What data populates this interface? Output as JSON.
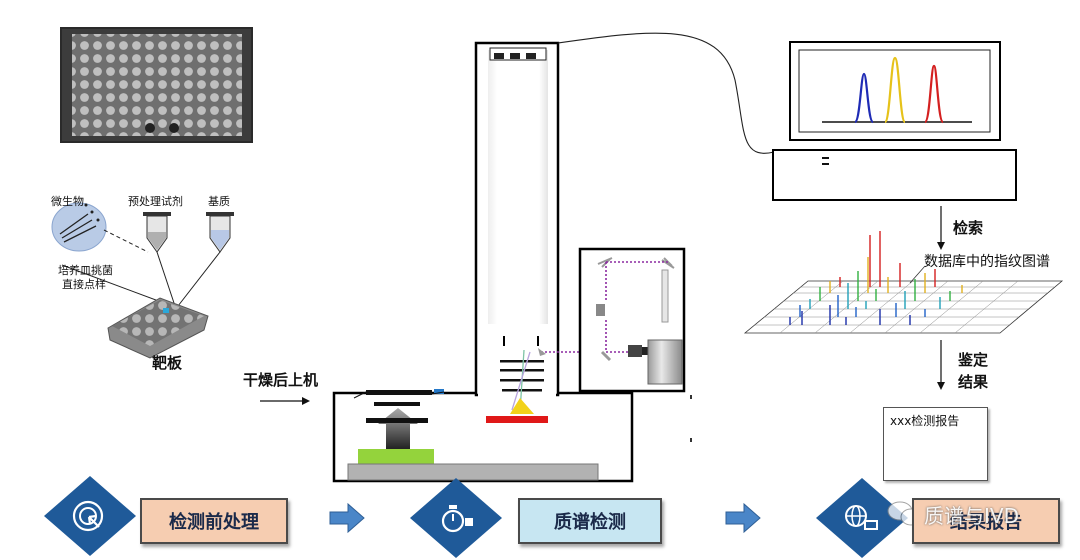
{
  "labels": {
    "microbe": "微生物",
    "pretreat_reagent": "预处理试剂",
    "matrix": "基质",
    "culture_pick_1": "培养皿挑菌",
    "culture_pick_2": "直接点样",
    "target_plate": "靶板",
    "dry_load": "干燥后上机",
    "search": "检索",
    "fingerprint_db": "数据库中的指纹图谱",
    "identify_1": "鉴定",
    "identify_2": "结果",
    "report_title": "xxx检测报告"
  },
  "steps": [
    {
      "label": "检测前处理",
      "icon": "target-click-icon"
    },
    {
      "label": "质谱检测",
      "icon": "stopwatch-icon"
    },
    {
      "label": "结果报告",
      "icon": "globe-computer-icon"
    }
  ],
  "watermark": "质谱与IVD",
  "colors": {
    "step_fill_1": "#f6cdb1",
    "step_fill_2": "#c7e6f2",
    "step_fill_3": "#f6cdb1",
    "diamond": "#1f5a99",
    "arrow": "#4a86c8",
    "peak_blue": "#1f2bb5",
    "peak_yellow": "#e6c21a",
    "peak_red": "#d42020"
  }
}
